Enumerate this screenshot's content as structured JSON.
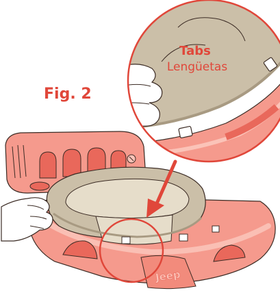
{
  "figure": {
    "label": "Fig. 2"
  },
  "callout": {
    "title": "Tabs",
    "subtitle": "Lengüetas"
  },
  "product": {
    "brand": "Jeep"
  },
  "colors": {
    "accent_red": "#e0473a",
    "body_pink": "#f59a8d",
    "body_light": "#fbc3b8",
    "body_dark": "#e9685b",
    "seat_tan": "#cbbfa8",
    "seat_light": "#e6ddca",
    "seat_dark": "#a89a82",
    "outline": "#3b2b24",
    "hand_fill": "#ffffff"
  }
}
